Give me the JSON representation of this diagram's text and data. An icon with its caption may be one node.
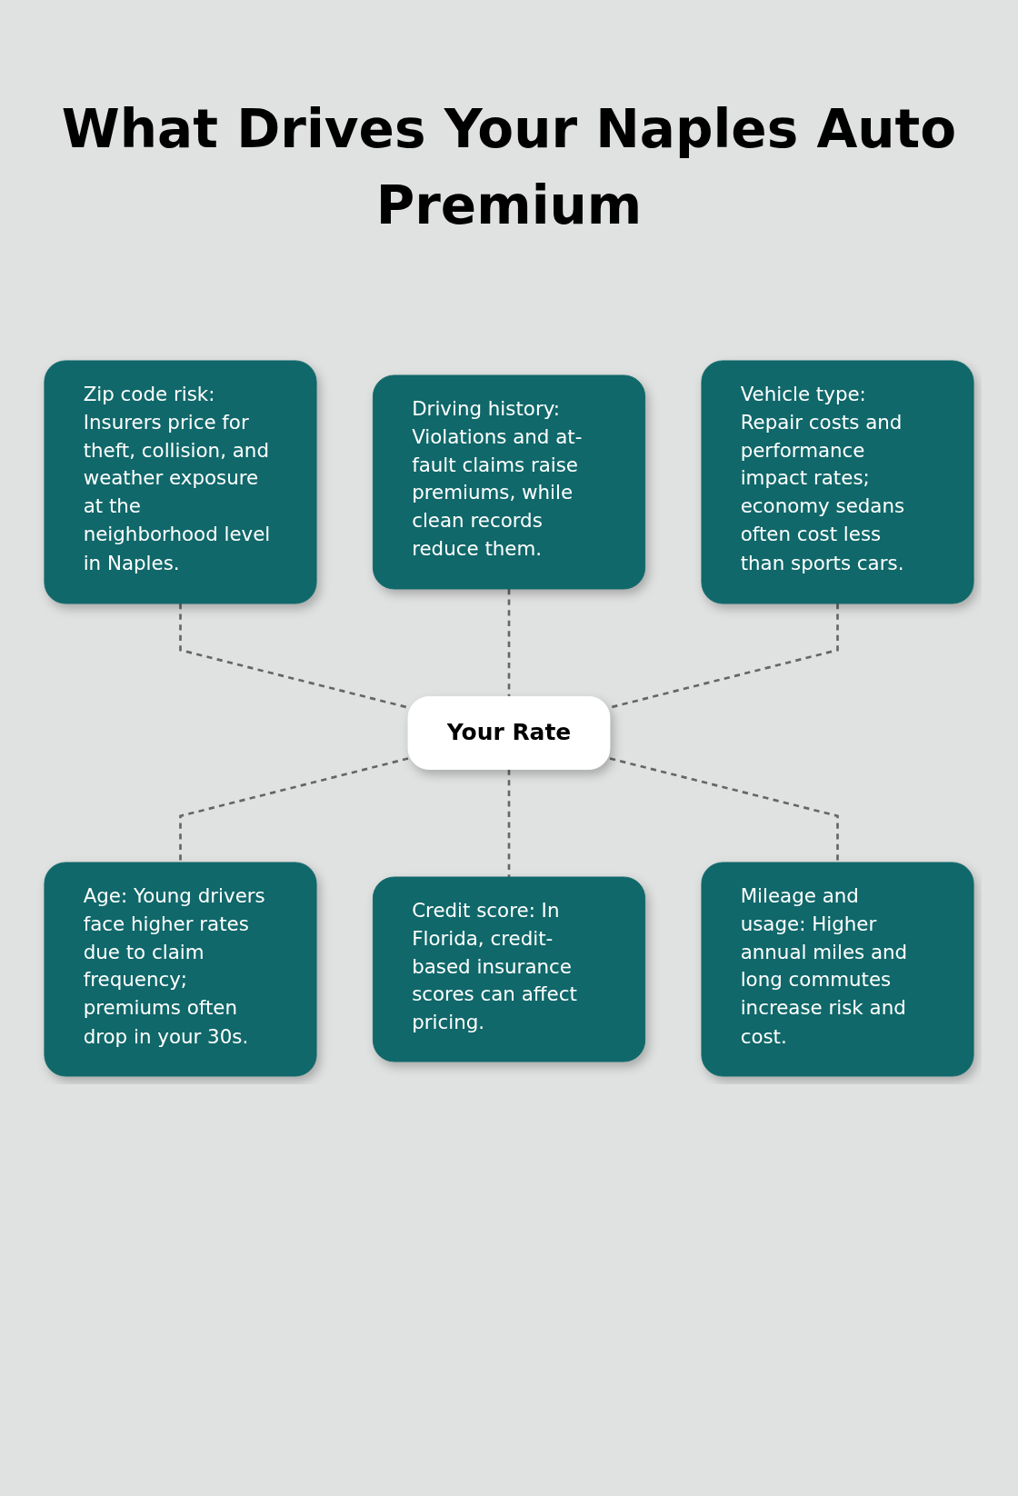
{
  "diagram": {
    "title": "What Drives Your Naples Auto Premium",
    "nodes": [
      {
        "text": [
          "Zip code risk: Insurers price for theft, collision, and weather exposure at the neighborhood level in Naples."
        ]
      },
      {
        "text": [
          "Driving history: Violations and at-fault claims raise premiums, while clean records reduce them."
        ]
      },
      {
        "text": [
          "Vehicle type: Repair costs and performance impact rates; economy sedans often cost less than sports cars."
        ]
      },
      {
        "text": [
          "Your Rate"
        ]
      },
      {
        "text": [
          "Age: Young drivers face higher rates due to claim frequency; premiums often drop in your 30s."
        ]
      },
      {
        "text": [
          "Credit score: In Florida, credit-based insurance scores can affect pricing."
        ]
      },
      {
        "text": [
          "Mileage and usage: Higher annual miles and long commutes increase risk and cost."
        ]
      }
    ],
    "edges": [
      {
        "from": 0,
        "to": 3,
        "arrow": "none",
        "style": "dashed"
      },
      {
        "from": 1,
        "to": 3,
        "arrow": "none",
        "style": "dashed"
      },
      {
        "from": 2,
        "to": 3,
        "arrow": "none",
        "style": "dashed"
      },
      {
        "from": 3,
        "to": 4,
        "arrow": "none",
        "style": "dashed"
      },
      {
        "from": 3,
        "to": 5,
        "arrow": "none",
        "style": "dashed"
      },
      {
        "from": 3,
        "to": 6,
        "arrow": "none",
        "style": "dashed"
      }
    ]
  }
}
